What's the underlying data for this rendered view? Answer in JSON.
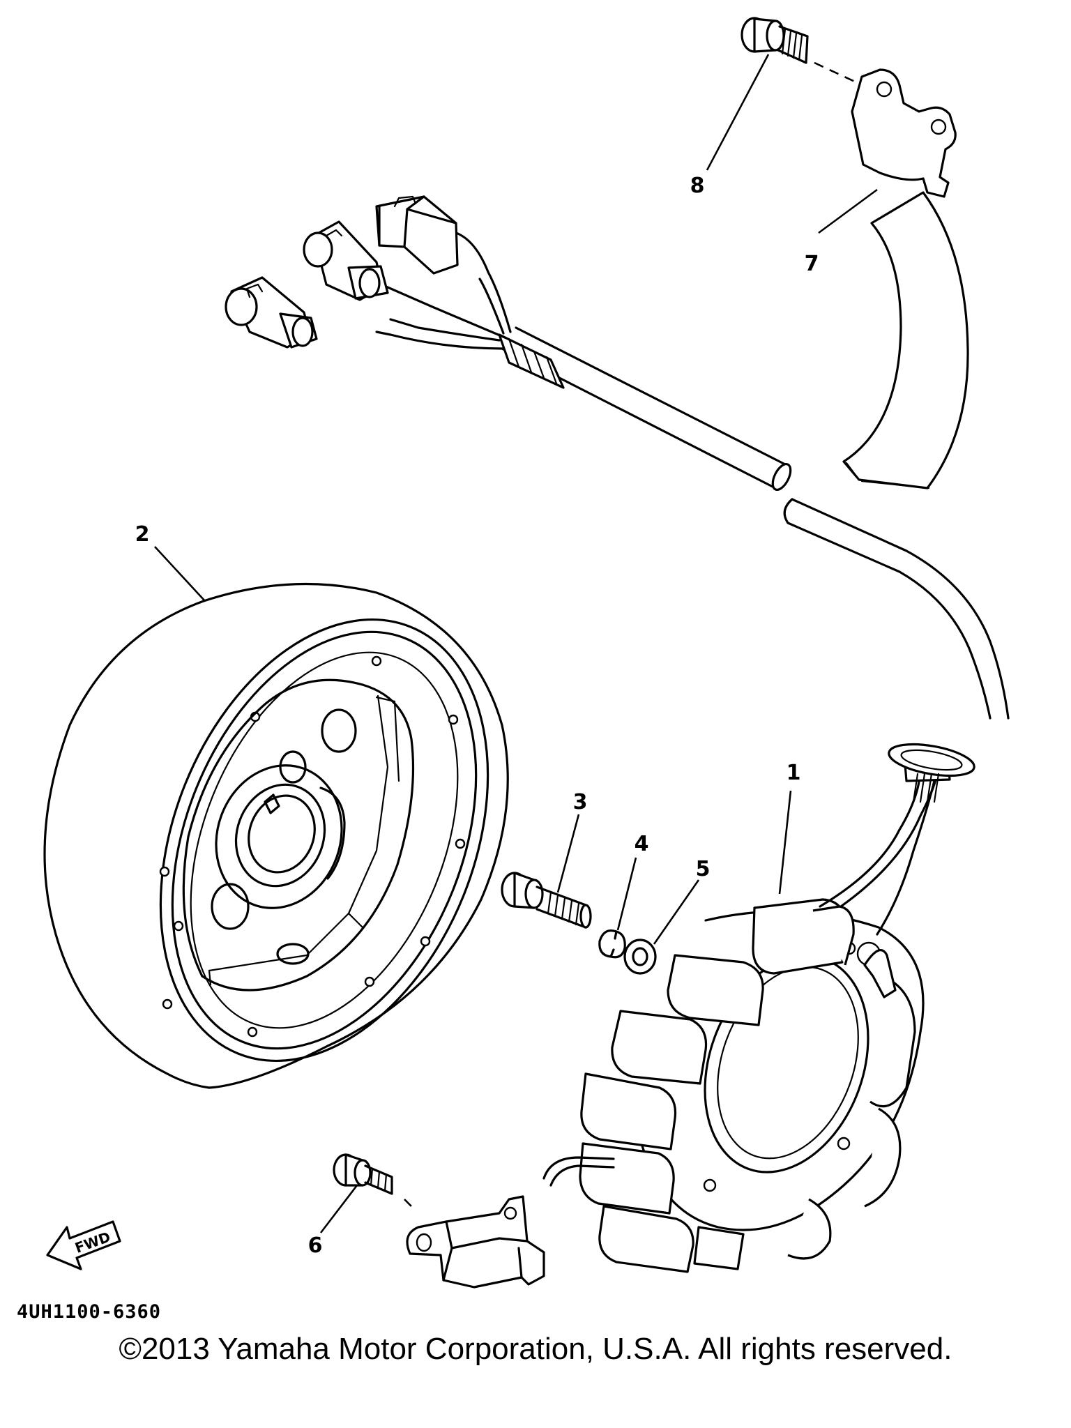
{
  "diagram": {
    "callouts": {
      "c1": "1",
      "c2": "2",
      "c3": "3",
      "c4": "4",
      "c5": "5",
      "c6": "6",
      "c7": "7",
      "c8": "8"
    },
    "part_code": "4UH1100-6360",
    "fwd_label": "FWD"
  },
  "copyright": "©2013 Yamaha Motor Corporation, U.S.A. All rights reserved."
}
